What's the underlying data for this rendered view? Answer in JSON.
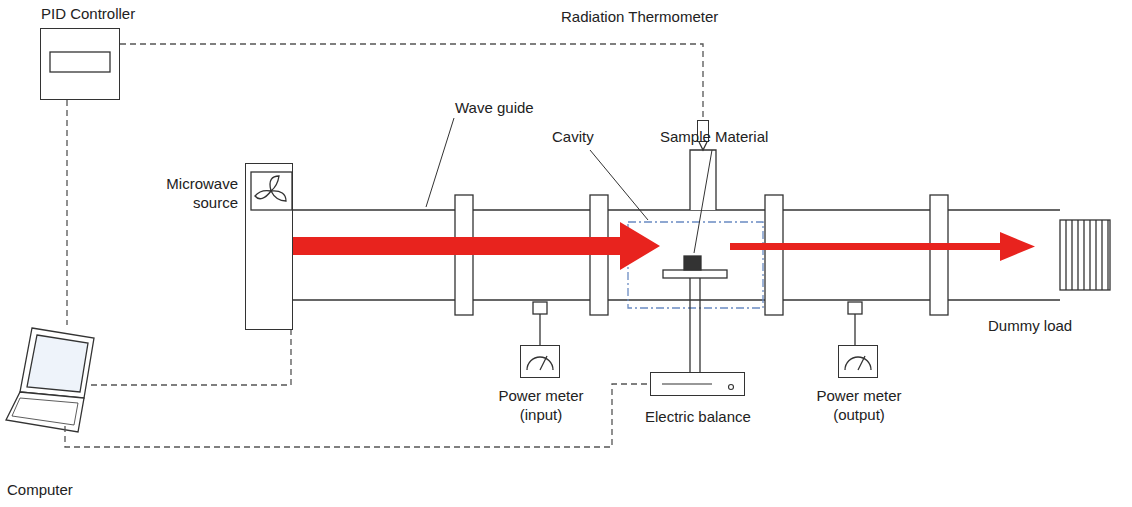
{
  "diagram": {
    "nodes": [
      {
        "text": [
          "PID Controller"
        ]
      },
      {
        "text": [
          "Radiation Thermometer"
        ]
      },
      {
        "text": [
          "Microwave source"
        ]
      },
      {
        "text": [
          "Power meter (input)"
        ]
      },
      {
        "text": [
          "Electric balance"
        ]
      },
      {
        "text": [
          "Power meter (output)"
        ]
      },
      {
        "text": [
          "Dummy load"
        ]
      },
      {
        "text": [
          "Computer"
        ]
      }
    ],
    "edges": [
      {
        "from": 0,
        "to": 1,
        "arrow": "none"
      },
      {
        "from": 0,
        "to": 7,
        "arrow": "none"
      },
      {
        "from": 7,
        "to": 2,
        "arrow": "none"
      },
      {
        "from": 7,
        "to": 4,
        "arrow": "none"
      }
    ],
    "labels": [
      "Wave guide",
      "Cavity",
      "Sample Material"
    ]
  }
}
